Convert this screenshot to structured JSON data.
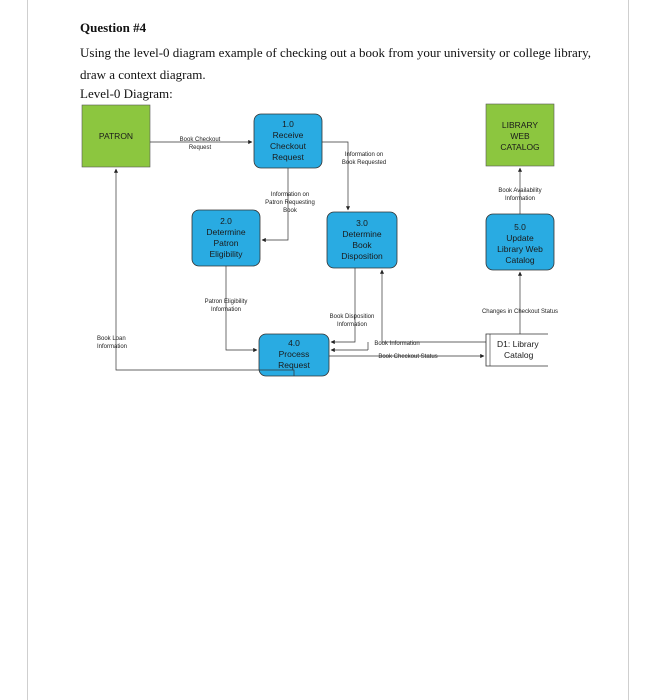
{
  "question": {
    "title": "Question #4",
    "text": "Using the level-0 diagram example of checking out a book from your university or college library, draw a context diagram.",
    "level0_label": "Level-0 Diagram:"
  },
  "diagram": {
    "entities": {
      "patron": "PATRON",
      "catalog": [
        "LIBRARY",
        "WEB",
        "CATALOG"
      ]
    },
    "processes": {
      "p1": [
        "1.0",
        "Receive",
        "Checkout",
        "Request"
      ],
      "p2": [
        "2.0",
        "Determine",
        "Patron",
        "Eligibility"
      ],
      "p3": [
        "3.0",
        "Determine",
        "Book",
        "Disposition"
      ],
      "p4": [
        "4.0",
        "Process",
        "Request"
      ],
      "p5": [
        "5.0",
        "Update",
        "Library Web",
        "Catalog"
      ]
    },
    "datastore": {
      "id": "D1:",
      "name": [
        "D1: Library",
        "Catalog"
      ]
    },
    "flows": {
      "book_checkout_request": [
        "Book Checkout",
        "Request"
      ],
      "info_on_book_requested": [
        "Information on",
        "Book Requested"
      ],
      "info_on_patron_requesting": [
        "Information on",
        "Patron Requesting",
        "Book"
      ],
      "book_availability": [
        "Book Availability",
        "Information"
      ],
      "patron_eligibility": [
        "Patron Eligibility",
        "Information"
      ],
      "book_disposition": [
        "Book Disposition",
        "Information"
      ],
      "changes_checkout_status": "Changes in Checkout Status",
      "book_loan": [
        "Book Loan",
        "Information"
      ],
      "book_information": "Book Information",
      "book_checkout_status": "Book Checkout Status"
    },
    "colors": {
      "entity_fill": "#8cc63f",
      "process_fill": "#29abe2",
      "stroke": "#333333"
    }
  }
}
